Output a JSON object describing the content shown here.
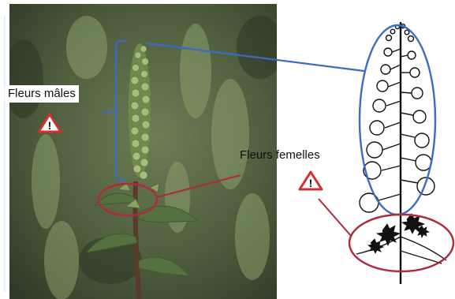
{
  "labels": {
    "male_flowers": "Fleurs mâles",
    "female_flowers": "Fleurs femelles",
    "warning_symbol": "!"
  },
  "icons": {
    "warning": "warning-triangle-icon",
    "photo": "ragweed-plant-photo",
    "schematic": "inflorescence-schematic-drawing"
  },
  "colors": {
    "male_highlight": "#3d6ac6",
    "female_highlight": "#b02a3a",
    "warning_border": "#d32f2f",
    "label_text": "#111111"
  }
}
